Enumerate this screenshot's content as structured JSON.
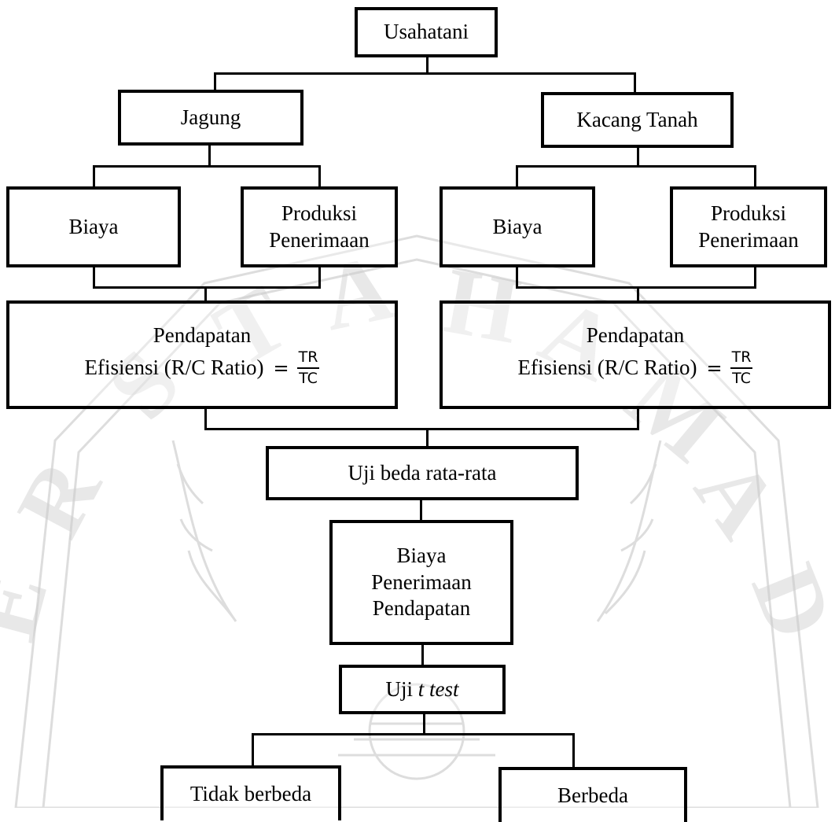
{
  "nodes": {
    "root": "Usahatani",
    "jagung": "Jagung",
    "kacang_tanah": "Kacang Tanah",
    "jagung_biaya": "Biaya",
    "jagung_produksi_line1": "Produksi",
    "jagung_produksi_line2": "Penerimaan",
    "kacang_biaya": "Biaya",
    "kacang_produksi_line1": "Produksi",
    "kacang_produksi_line2": "Penerimaan",
    "jagung_pendapatan": "Pendapatan",
    "jagung_efisiensi": "Efisiensi (R/C Ratio)",
    "kacang_pendapatan": "Pendapatan",
    "kacang_efisiensi": "Efisiensi (R/C Ratio)",
    "formula_eq": "=",
    "formula_num": "TR",
    "formula_den": "TC",
    "uji_beda": "Uji beda rata-rata",
    "summary_line1": "Biaya",
    "summary_line2": "Penerimaan",
    "summary_line3": "Pendapatan",
    "uji_t_prefix": "Uji",
    "uji_t_italic": "t test",
    "tidak_berbeda": "Tidak berbeda",
    "berbeda": "Berbeda"
  },
  "colors": {
    "line": "#000000",
    "watermark": "#b9b9b9"
  }
}
